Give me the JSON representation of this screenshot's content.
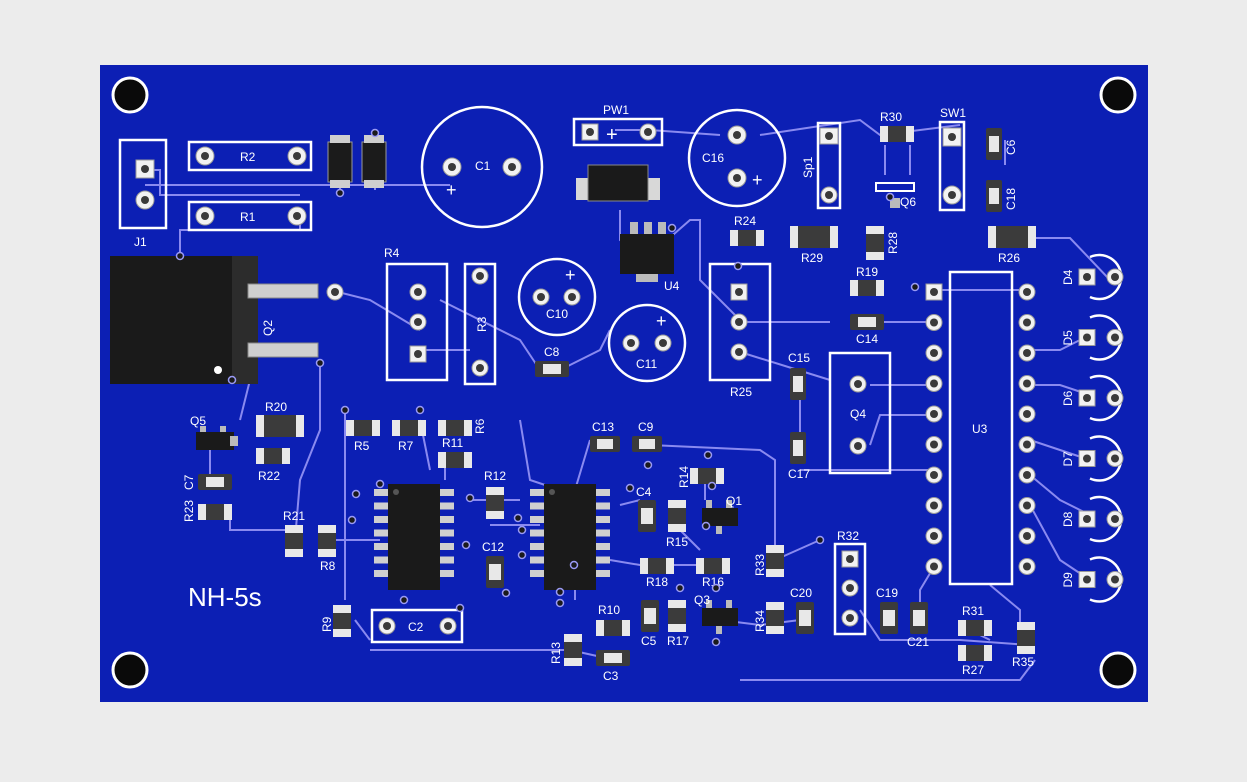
{
  "board": {
    "title": "NH-5s",
    "colors": {
      "background": "#ececec",
      "board": "#0c1fb4",
      "trace": "#8a8af0",
      "silk": "#ffffff"
    }
  },
  "labels": {
    "J1": "J1",
    "R1": "R1",
    "R2": "R2",
    "C1": "C1",
    "PW1": "PW1",
    "C16": "C16",
    "Sp1": "Sp1",
    "R30": "R30",
    "Q6": "Q6",
    "SW1": "SW1",
    "C6": "C6",
    "C18": "C18",
    "R4": "R4",
    "R3": "R3",
    "C10": "C10",
    "C8": "C8",
    "U4": "U4",
    "R24": "R24",
    "R29": "R29",
    "R28": "R28",
    "R26": "R26",
    "R19": "R19",
    "C14": "C14",
    "C11": "C11",
    "R25": "R25",
    "C15": "C15",
    "C17": "C17",
    "Q4": "Q4",
    "U3": "U3",
    "Q2": "Q2",
    "Q5": "Q5",
    "R20": "R20",
    "R22": "R22",
    "C7": "C7",
    "R23": "R23",
    "R5": "R5",
    "R7": "R7",
    "R11": "R11",
    "R6": "R6",
    "R12": "R12",
    "C13": "C13",
    "C9": "C9",
    "R14": "R14",
    "C4": "C4",
    "Q1": "Q1",
    "R15": "R15",
    "R21": "R21",
    "R8": "R8",
    "C12": "C12",
    "R18": "R18",
    "R16": "R16",
    "R33": "R33",
    "R32": "R32",
    "C19": "C19",
    "C20": "C20",
    "R34": "R34",
    "C21": "C21",
    "R31": "R31",
    "R27": "R27",
    "R35": "R35",
    "R9": "R9",
    "C2": "C2",
    "R10": "R10",
    "C5": "C5",
    "R17": "R17",
    "Q3": "Q3",
    "R13": "R13",
    "C3": "C3",
    "D4": "D4",
    "D5": "D5",
    "D6": "D6",
    "D7": "D7",
    "D8": "D8",
    "D9": "D9"
  }
}
